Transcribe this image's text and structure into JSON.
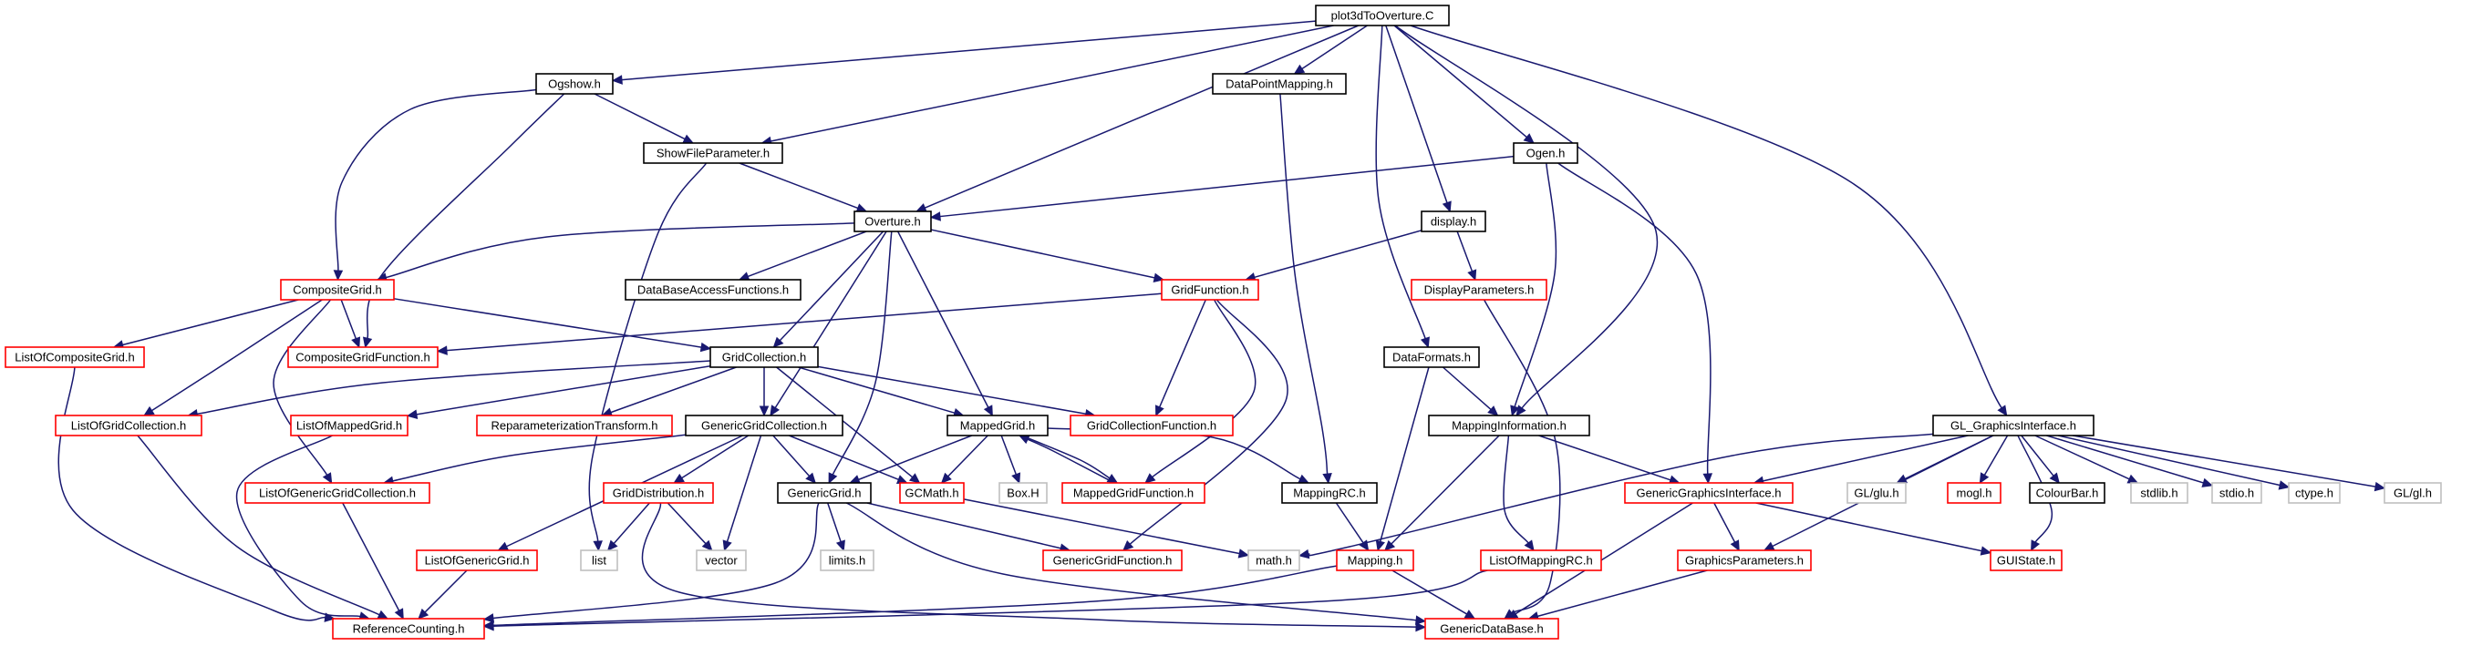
{
  "graph": {
    "colors": {
      "edge": "#191970",
      "root_fill": "#bfbfbf",
      "normal_border": "#000000",
      "red_border": "#ff0000",
      "gray_border": "#bfbfbf"
    },
    "nodes": [
      {
        "id": "plot3dToOverture",
        "label": "plot3dToOverture.C",
        "kind": "root"
      },
      {
        "id": "Ogshow",
        "label": "Ogshow.h",
        "kind": "normal"
      },
      {
        "id": "DataPointMapping",
        "label": "DataPointMapping.h",
        "kind": "normal"
      },
      {
        "id": "Ogen",
        "label": "Ogen.h",
        "kind": "normal"
      },
      {
        "id": "ShowFileParameter",
        "label": "ShowFileParameter.h",
        "kind": "normal"
      },
      {
        "id": "Overture",
        "label": "Overture.h",
        "kind": "normal"
      },
      {
        "id": "display",
        "label": "display.h",
        "kind": "normal"
      },
      {
        "id": "CompositeGrid",
        "label": "CompositeGrid.h",
        "kind": "red"
      },
      {
        "id": "DataBaseAccessFunctions",
        "label": "DataBaseAccessFunctions.h",
        "kind": "normal"
      },
      {
        "id": "GridFunction",
        "label": "GridFunction.h",
        "kind": "red"
      },
      {
        "id": "DisplayParameters",
        "label": "DisplayParameters.h",
        "kind": "red"
      },
      {
        "id": "ListOfCompositeGrid",
        "label": "ListOfCompositeGrid.h",
        "kind": "red"
      },
      {
        "id": "CompositeGridFunction",
        "label": "CompositeGridFunction.h",
        "kind": "red"
      },
      {
        "id": "GridCollection",
        "label": "GridCollection.h",
        "kind": "normal"
      },
      {
        "id": "DataFormats",
        "label": "DataFormats.h",
        "kind": "normal"
      },
      {
        "id": "GL_GraphicsInterface",
        "label": "GL_GraphicsInterface.h",
        "kind": "normal"
      },
      {
        "id": "ListOfGridCollection",
        "label": "ListOfGridCollection.h",
        "kind": "red"
      },
      {
        "id": "ListOfMappedGrid",
        "label": "ListOfMappedGrid.h",
        "kind": "red"
      },
      {
        "id": "ReparameterizationTransform",
        "label": "ReparameterizationTransform.h",
        "kind": "red"
      },
      {
        "id": "GenericGridCollection",
        "label": "GenericGridCollection.h",
        "kind": "normal"
      },
      {
        "id": "MappedGrid",
        "label": "MappedGrid.h",
        "kind": "normal"
      },
      {
        "id": "GridCollectionFunction",
        "label": "GridCollectionFunction.h",
        "kind": "red"
      },
      {
        "id": "MappingInformation",
        "label": "MappingInformation.h",
        "kind": "normal"
      },
      {
        "id": "GLglu",
        "label": "GL/glu.h",
        "kind": "gray"
      },
      {
        "id": "mogl",
        "label": "mogl.h",
        "kind": "red"
      },
      {
        "id": "ColourBar",
        "label": "ColourBar.h",
        "kind": "normal"
      },
      {
        "id": "stdlib",
        "label": "stdlib.h",
        "kind": "gray"
      },
      {
        "id": "stdio",
        "label": "stdio.h",
        "kind": "gray"
      },
      {
        "id": "ctype",
        "label": "ctype.h",
        "kind": "gray"
      },
      {
        "id": "GLgl",
        "label": "GL/gl.h",
        "kind": "gray"
      },
      {
        "id": "ListOfGenericGridCollection",
        "label": "ListOfGenericGridCollection.h",
        "kind": "red"
      },
      {
        "id": "GridDistribution",
        "label": "GridDistribution.h",
        "kind": "red"
      },
      {
        "id": "GenericGrid",
        "label": "GenericGrid.h",
        "kind": "normal"
      },
      {
        "id": "GCMath",
        "label": "GCMath.h",
        "kind": "red"
      },
      {
        "id": "BoxH",
        "label": "Box.H",
        "kind": "gray"
      },
      {
        "id": "MappedGridFunction",
        "label": "MappedGridFunction.h",
        "kind": "red"
      },
      {
        "id": "MappingRC",
        "label": "MappingRC.h",
        "kind": "normal"
      },
      {
        "id": "GenericGraphicsInterface",
        "label": "GenericGraphicsInterface.h",
        "kind": "red"
      },
      {
        "id": "ListOfGenericGrid",
        "label": "ListOfGenericGrid.h",
        "kind": "red"
      },
      {
        "id": "list",
        "label": "list",
        "kind": "gray"
      },
      {
        "id": "vector",
        "label": "vector",
        "kind": "gray"
      },
      {
        "id": "limits",
        "label": "limits.h",
        "kind": "gray"
      },
      {
        "id": "GenericGridFunction",
        "label": "GenericGridFunction.h",
        "kind": "red"
      },
      {
        "id": "mathh",
        "label": "math.h",
        "kind": "gray"
      },
      {
        "id": "Mapping",
        "label": "Mapping.h",
        "kind": "red"
      },
      {
        "id": "ListOfMappingRC",
        "label": "ListOfMappingRC.h",
        "kind": "red"
      },
      {
        "id": "GraphicsParameters",
        "label": "GraphicsParameters.h",
        "kind": "red"
      },
      {
        "id": "GUIState",
        "label": "GUIState.h",
        "kind": "red"
      },
      {
        "id": "ReferenceCounting",
        "label": "ReferenceCounting.h",
        "kind": "red"
      },
      {
        "id": "GenericDataBase",
        "label": "GenericDataBase.h",
        "kind": "red"
      }
    ],
    "edges": [
      [
        "plot3dToOverture",
        "Ogshow"
      ],
      [
        "plot3dToOverture",
        "ShowFileParameter"
      ],
      [
        "plot3dToOverture",
        "Overture"
      ],
      [
        "plot3dToOverture",
        "DataPointMapping"
      ],
      [
        "plot3dToOverture",
        "Ogen"
      ],
      [
        "plot3dToOverture",
        "display"
      ],
      [
        "plot3dToOverture",
        "DataFormats"
      ],
      [
        "plot3dToOverture",
        "MappingInformation"
      ],
      [
        "plot3dToOverture",
        "GL_GraphicsInterface"
      ],
      [
        "Ogshow",
        "ShowFileParameter"
      ],
      [
        "Ogshow",
        "CompositeGrid"
      ],
      [
        "Ogshow",
        "CompositeGridFunction"
      ],
      [
        "ShowFileParameter",
        "Overture"
      ],
      [
        "ShowFileParameter",
        "list"
      ],
      [
        "DataPointMapping",
        "MappingRC"
      ],
      [
        "Ogen",
        "Overture"
      ],
      [
        "Ogen",
        "MappingInformation"
      ],
      [
        "Ogen",
        "GenericGraphicsInterface"
      ],
      [
        "Overture",
        "CompositeGrid"
      ],
      [
        "Overture",
        "DataBaseAccessFunctions"
      ],
      [
        "Overture",
        "GridFunction"
      ],
      [
        "Overture",
        "GridCollection"
      ],
      [
        "Overture",
        "GenericGridCollection"
      ],
      [
        "Overture",
        "MappedGrid"
      ],
      [
        "Overture",
        "GenericGrid"
      ],
      [
        "display",
        "GridFunction"
      ],
      [
        "display",
        "DisplayParameters"
      ],
      [
        "CompositeGrid",
        "ListOfCompositeGrid"
      ],
      [
        "CompositeGrid",
        "CompositeGridFunction"
      ],
      [
        "CompositeGrid",
        "GridCollection"
      ],
      [
        "CompositeGrid",
        "ListOfGridCollection"
      ],
      [
        "CompositeGrid",
        "ListOfGenericGridCollection"
      ],
      [
        "GridFunction",
        "CompositeGridFunction"
      ],
      [
        "GridFunction",
        "GridCollectionFunction"
      ],
      [
        "GridFunction",
        "MappedGridFunction"
      ],
      [
        "GridFunction",
        "GenericGridFunction"
      ],
      [
        "DisplayParameters",
        "GenericDataBase"
      ],
      [
        "ListOfCompositeGrid",
        "ReferenceCounting"
      ],
      [
        "GridCollection",
        "ListOfGridCollection"
      ],
      [
        "GridCollection",
        "ListOfMappedGrid"
      ],
      [
        "GridCollection",
        "ReparameterizationTransform"
      ],
      [
        "GridCollection",
        "GenericGridCollection"
      ],
      [
        "GridCollection",
        "MappedGrid"
      ],
      [
        "GridCollection",
        "GridCollectionFunction"
      ],
      [
        "GridCollection",
        "GCMath"
      ],
      [
        "DataFormats",
        "MappingInformation"
      ],
      [
        "DataFormats",
        "Mapping"
      ],
      [
        "GL_GraphicsInterface",
        "GenericGraphicsInterface"
      ],
      [
        "GL_GraphicsInterface",
        "GLglu"
      ],
      [
        "GL_GraphicsInterface",
        "mogl"
      ],
      [
        "GL_GraphicsInterface",
        "ColourBar"
      ],
      [
        "GL_GraphicsInterface",
        "stdlib"
      ],
      [
        "GL_GraphicsInterface",
        "stdio"
      ],
      [
        "GL_GraphicsInterface",
        "ctype"
      ],
      [
        "GL_GraphicsInterface",
        "GLgl"
      ],
      [
        "GL_GraphicsInterface",
        "GraphicsParameters"
      ],
      [
        "GL_GraphicsInterface",
        "GUIState"
      ],
      [
        "GL_GraphicsInterface",
        "mathh"
      ],
      [
        "ListOfGridCollection",
        "ReferenceCounting"
      ],
      [
        "ListOfMappedGrid",
        "ReferenceCounting"
      ],
      [
        "GenericGridCollection",
        "ListOfGenericGridCollection"
      ],
      [
        "GenericGridCollection",
        "GridDistribution"
      ],
      [
        "GenericGridCollection",
        "GenericGrid"
      ],
      [
        "GenericGridCollection",
        "GCMath"
      ],
      [
        "GenericGridCollection",
        "ListOfGenericGrid"
      ],
      [
        "GenericGridCollection",
        "vector"
      ],
      [
        "MappedGrid",
        "GenericGrid"
      ],
      [
        "MappedGrid",
        "GCMath"
      ],
      [
        "MappedGrid",
        "BoxH"
      ],
      [
        "MappedGrid",
        "MappedGridFunction"
      ],
      [
        "MappedGrid",
        "MappingRC"
      ],
      [
        "MappedGridFunction",
        "MappedGrid"
      ],
      [
        "MappingInformation",
        "GenericGraphicsInterface"
      ],
      [
        "MappingInformation",
        "Mapping"
      ],
      [
        "MappingInformation",
        "ListOfMappingRC"
      ],
      [
        "ListOfGenericGridCollection",
        "ReferenceCounting"
      ],
      [
        "GridDistribution",
        "list"
      ],
      [
        "GridDistribution",
        "vector"
      ],
      [
        "GridDistribution",
        "GenericDataBase"
      ],
      [
        "GenericGrid",
        "limits"
      ],
      [
        "GenericGrid",
        "GenericGridFunction"
      ],
      [
        "GenericGrid",
        "ReferenceCounting"
      ],
      [
        "GenericGrid",
        "GenericDataBase"
      ],
      [
        "GCMath",
        "mathh"
      ],
      [
        "MappingRC",
        "Mapping"
      ],
      [
        "GenericGraphicsInterface",
        "GraphicsParameters"
      ],
      [
        "GenericGraphicsInterface",
        "GUIState"
      ],
      [
        "GenericGraphicsInterface",
        "GenericDataBase"
      ],
      [
        "ListOfGenericGrid",
        "ReferenceCounting"
      ],
      [
        "Mapping",
        "ReferenceCounting"
      ],
      [
        "Mapping",
        "GenericDataBase"
      ],
      [
        "ListOfMappingRC",
        "ReferenceCounting"
      ],
      [
        "GraphicsParameters",
        "GenericDataBase"
      ]
    ]
  }
}
